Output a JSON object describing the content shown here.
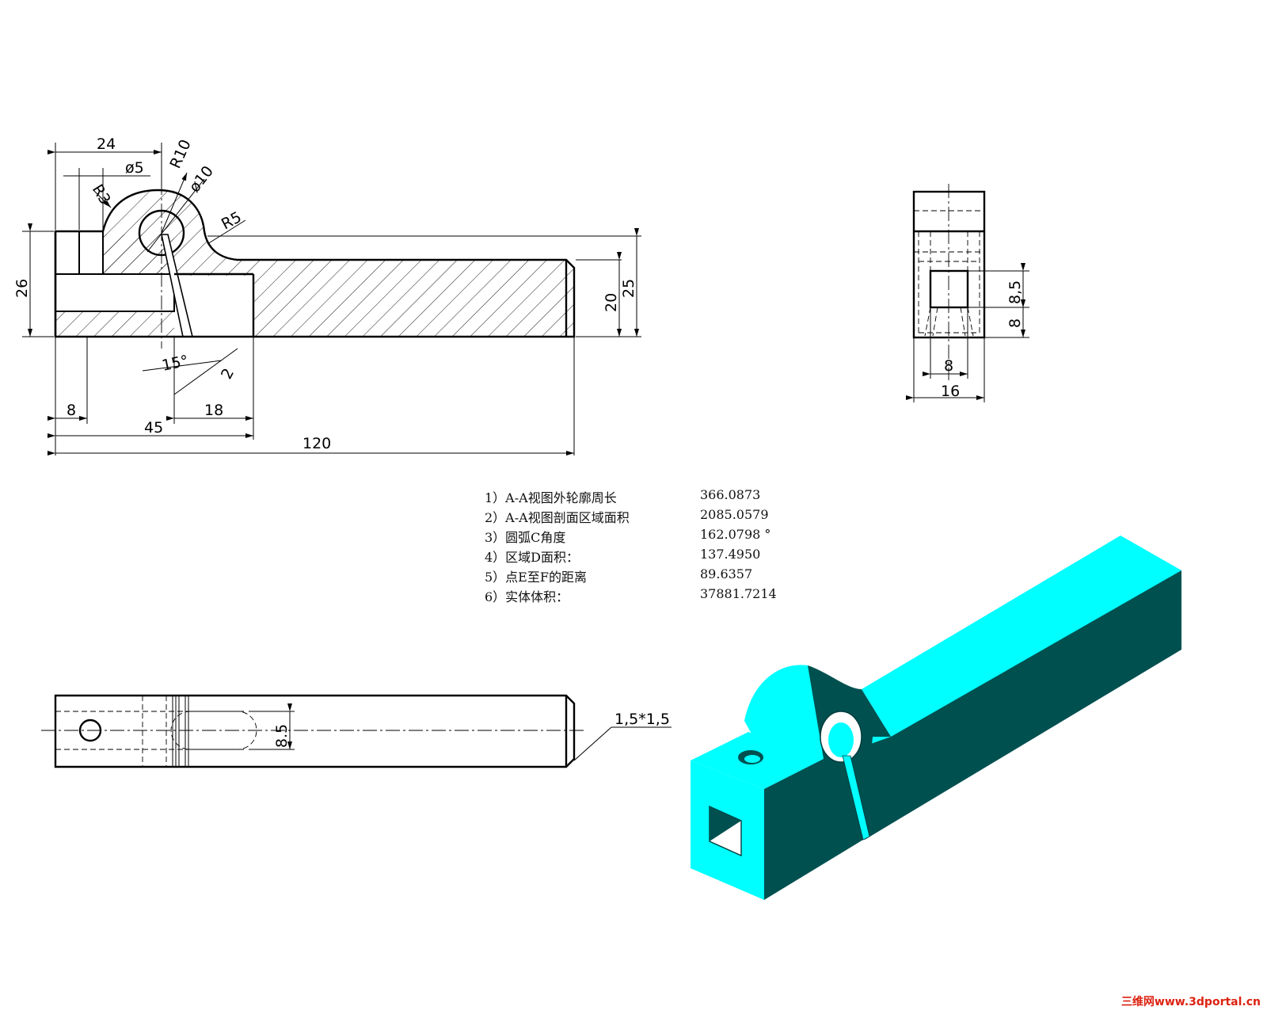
{
  "front_view": {
    "dimensions": {
      "d24": "24",
      "d5": "ø5",
      "r10": "R10",
      "d10": "ø10",
      "r3": "R3",
      "r5": "R5",
      "d26": "26",
      "d20": "20",
      "d25": "25",
      "angle15": "15°",
      "d2": "2",
      "d8": "8",
      "d18": "18",
      "d45": "45",
      "d120": "120"
    }
  },
  "side_view": {
    "dimensions": {
      "d8_5": "8,5",
      "d8v": "8",
      "d8h": "8",
      "d16": "16"
    }
  },
  "top_view": {
    "dimensions": {
      "d8_5": "8.5",
      "chamfer": "1,5*1,5"
    }
  },
  "questions": [
    {
      "label": "1）A-A视图外轮廓周长",
      "value": "366.0873"
    },
    {
      "label": "2）A-A视图剖面区域面积",
      "value": "2085.0579"
    },
    {
      "label": "3）圆弧C角度",
      "value": "162.0798 °"
    },
    {
      "label": "4）区域D面积：",
      "value": "137.4950"
    },
    {
      "label": "5）点E至F的距离",
      "value": "89.6357"
    },
    {
      "label": "6）实体体积：",
      "value": "37881.7214"
    }
  ],
  "model_colors": {
    "light_face": "#00ffff",
    "dark_face": "#005050"
  },
  "watermark": "三维网www.3dportal.cn"
}
